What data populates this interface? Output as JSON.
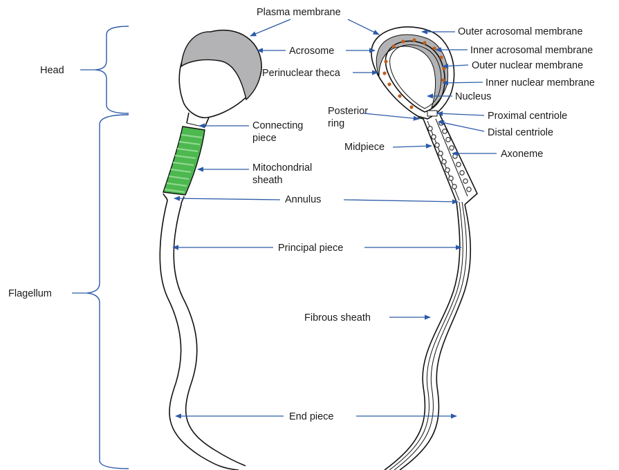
{
  "colors": {
    "arrow": "#2b5aa8",
    "bracket": "#2b5aa8",
    "acrosome_fill": "#b3b3b5",
    "mitochondria_fill": "#4cb84f",
    "mitochondria_band": "#8fd88e",
    "dots": "#c0601e"
  },
  "labels": {
    "head": "Head",
    "flagellum": "Flagellum",
    "plasma_membrane": "Plasma membrane",
    "acrosome": "Acrosome",
    "perinuclear_theca": "Perinuclear theca",
    "connecting_piece": [
      "Connecting",
      "piece"
    ],
    "mitochondrial_sheath": [
      "Mitochondrial",
      "sheath"
    ],
    "annulus": "Annulus",
    "principal_piece": "Principal piece",
    "fibrous_sheath": "Fibrous sheath",
    "end_piece": "End piece",
    "outer_acrosomal_membrane": "Outer acrosomal membrane",
    "inner_acrosomal_membrane": "Inner acrosomal membrane",
    "outer_nuclear_membrane": "Outer nuclear membrane",
    "inner_nuclear_membrane": "Inner nuclear membrane",
    "nucleus": "Nucleus",
    "posterior_ring": [
      "Posterior",
      "ring"
    ],
    "proximal_centriole": "Proximal centriole",
    "distal_centriole": "Distal centriole",
    "midpiece": "Midpiece",
    "axoneme": "Axoneme"
  }
}
